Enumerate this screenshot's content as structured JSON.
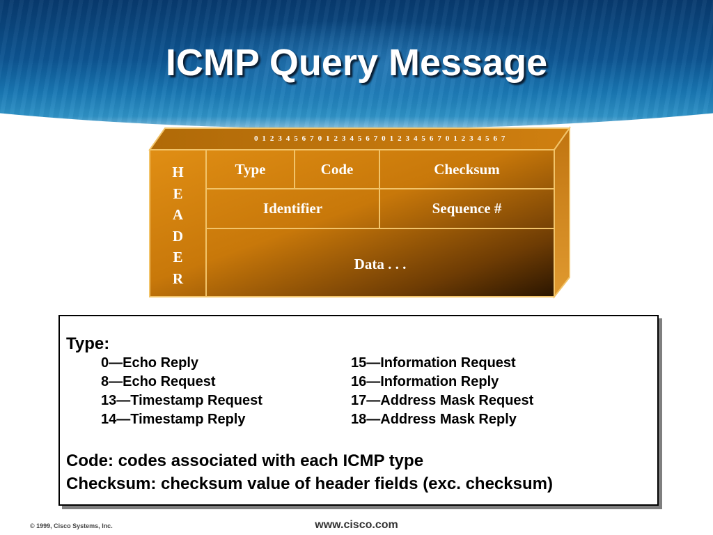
{
  "title": "ICMP Query Message",
  "bit_labels": "0 1 2 3 4 5 6 7 0 1 2 3 4 5 6 7 0 1 2 3 4 5 6 7 0 1 2 3 4 5 6 7",
  "header_letters": [
    "H",
    "E",
    "A",
    "D",
    "E",
    "R"
  ],
  "fields": {
    "type": "Type",
    "code": "Code",
    "checksum": "Checksum",
    "identifier": "Identifier",
    "sequence": "Sequence #",
    "data": "Data . . ."
  },
  "info": {
    "type_heading": "Type:",
    "types_left": [
      "0—Echo Reply",
      "8—Echo Request",
      "13—Timestamp Request",
      "14—Timestamp Reply"
    ],
    "types_right": [
      "15—Information Request",
      "16—Information Reply",
      "17—Address Mask Request",
      "18—Address Mask Reply"
    ],
    "code_line": "Code:  codes associated with each ICMP type",
    "checksum_line": "Checksum:  checksum value of header fields (exc. checksum)"
  },
  "footer": {
    "copyright": "© 1999, Cisco Systems, Inc.",
    "url": "www.cisco.com"
  },
  "colors": {
    "box_light": "#d98a12",
    "box_dark": "#3a1f00",
    "box_border": "#f2c46a",
    "banner_blue": "#0d5592"
  }
}
